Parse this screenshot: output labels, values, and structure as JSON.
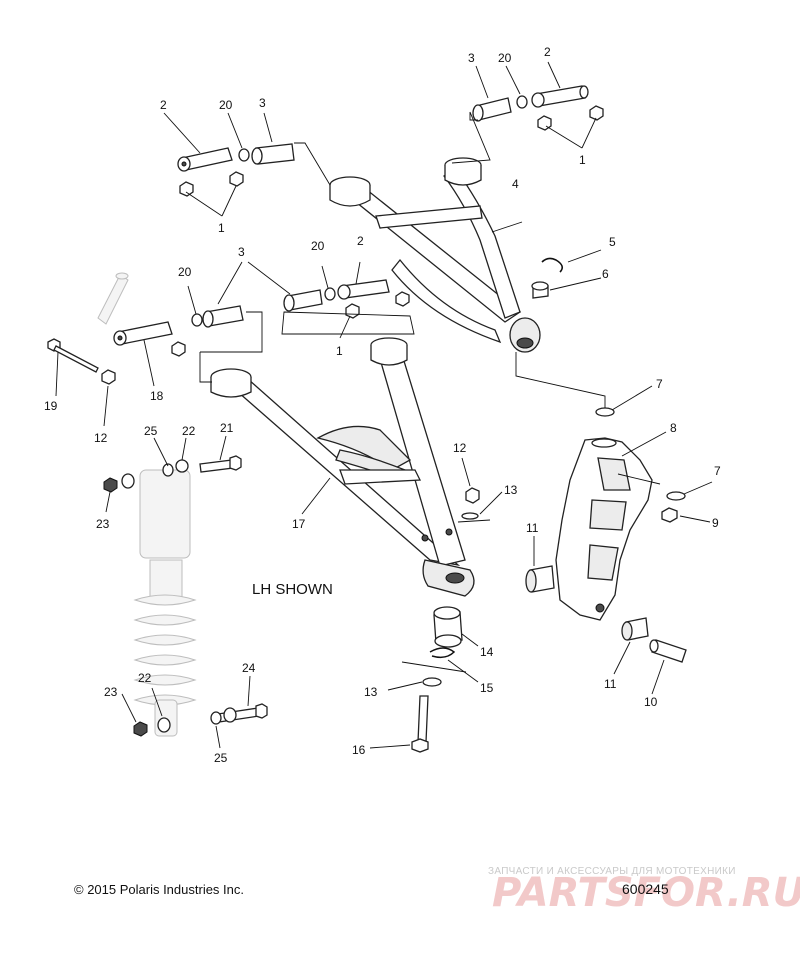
{
  "caption": "LH SHOWN",
  "copyright": "© 2015 Polaris Industries Inc.",
  "figure_number": "600245",
  "watermark": {
    "subtitle": "ЗАПЧАСТИ И АКСЕССУАРЫ ДЛЯ МОТОТЕХНИКИ",
    "logo_text": "PARTSFOR.RU"
  },
  "callouts": {
    "c2_ul": "2",
    "c20_ul": "20",
    "c3_ul": "3",
    "c1_ul": "1",
    "c3_ur": "3",
    "c20_ur": "20",
    "c2_ur": "2",
    "c1_ur": "1",
    "c4": "4",
    "c5": "5",
    "c6": "6",
    "c20_m": "20",
    "c3_m": "3",
    "c20_mr": "20",
    "c2_m": "2",
    "c1_m": "1",
    "c18": "18",
    "c19": "19",
    "c12_l": "12",
    "c25_t": "25",
    "c22_t": "22",
    "c21": "21",
    "c23_t": "23",
    "c17": "17",
    "c12_r": "12",
    "c13_t": "13",
    "c7_t": "7",
    "c8": "8",
    "c7_r": "7",
    "c9": "9",
    "c11_l": "11",
    "c11_b": "11",
    "c10": "10",
    "c14": "14",
    "c15": "15",
    "c13_b": "13",
    "c16": "16",
    "c24": "24",
    "c23_b": "23",
    "c22_b": "22",
    "c25_b": "25"
  }
}
